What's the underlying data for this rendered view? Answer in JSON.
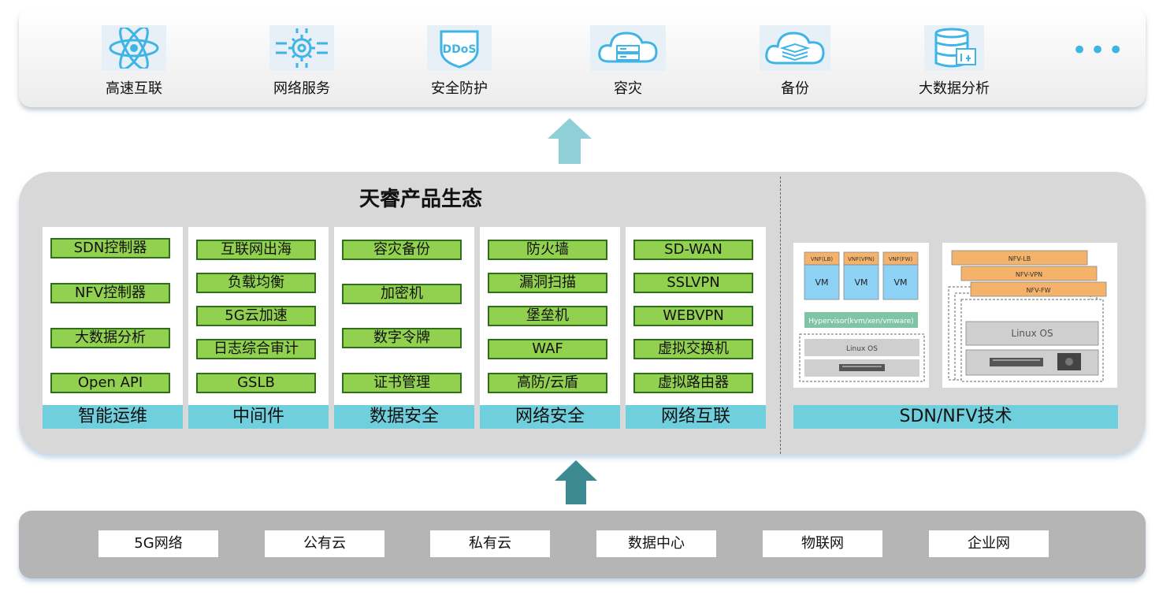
{
  "services": [
    {
      "label": "高速互联",
      "icon": "atom-icon"
    },
    {
      "label": "网络服务",
      "icon": "gear-network-icon"
    },
    {
      "label": "安全防护",
      "icon": "ddos-shield-icon"
    },
    {
      "label": "容灾",
      "icon": "cloud-server-icon"
    },
    {
      "label": "备份",
      "icon": "cloud-layers-icon"
    },
    {
      "label": "大数据分析",
      "icon": "database-icon"
    }
  ],
  "services_more": "•••",
  "ddos_text": "DDoS",
  "ecosystem": {
    "title": "天睿产品生态",
    "columns": [
      {
        "label": "智能运维",
        "items": [
          "SDN控制器",
          "NFV控制器",
          "大数据分析",
          "Open API"
        ]
      },
      {
        "label": "中间件",
        "items": [
          "互联网出海",
          "负载均衡",
          "5G云加速",
          "日志综合审计",
          "GSLB"
        ]
      },
      {
        "label": "数据安全",
        "items": [
          "容灾备份",
          "加密机",
          "数字令牌",
          "证书管理"
        ]
      },
      {
        "label": "网络安全",
        "items": [
          "防火墙",
          "漏洞扫描",
          "堡垒机",
          "WAF",
          "高防/云盾"
        ]
      },
      {
        "label": "网络互联",
        "items": [
          "SD-WAN",
          "SSLVPN",
          "WEBVPN",
          "虚拟交换机",
          "虚拟路由器"
        ]
      }
    ],
    "sdn": {
      "label": "SDN/NFV技术",
      "vnfs": [
        {
          "tag": "VNF(LB)",
          "vm": "VM"
        },
        {
          "tag": "VNF(VPN)",
          "vm": "VM"
        },
        {
          "tag": "VNF(FW)",
          "vm": "VM"
        }
      ],
      "hypervisor": "Hypervisor(kvm/xen/vmware)",
      "linux_small": "Linux OS",
      "nfv_layers": [
        "NFV-LB",
        "NFV-VPN",
        "NFV-FW"
      ],
      "linux_large": "Linux OS"
    }
  },
  "infrastructure": [
    "5G网络",
    "公有云",
    "私有云",
    "数据中心",
    "物联网",
    "企业网"
  ],
  "colors": {
    "accent_blue": "#3fb4e6",
    "item_green": "#92d050",
    "label_cyan": "#6fcfdd",
    "panel_grey": "#d8d8d8",
    "arrow_light": "#8fcfd6",
    "arrow_dark": "#3e8a92",
    "vnf_orange": "#f4b26a",
    "vm_blue": "#8ed3f5",
    "hypervisor_green": "#7fc4a5"
  }
}
